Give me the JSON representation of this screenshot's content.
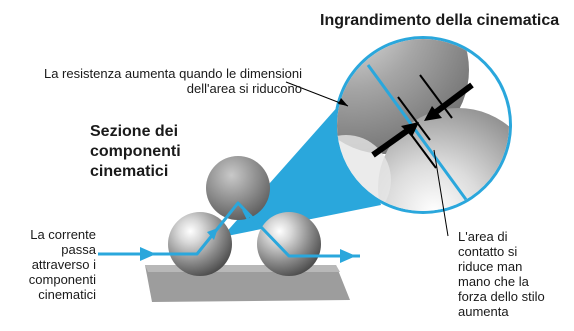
{
  "title": "Ingrandimento della cinematica",
  "section_title": "Sezione dei componenti cinematici",
  "labels": {
    "resistance": "La resistenza aumenta quando le dimensioni dell'area si riducono",
    "current": "La corrente passa attraverso i componenti cinematici",
    "contact_area": "L'area di contatto si riduce man mano che la forza dello stilo aumenta"
  },
  "colors": {
    "current_path": "#2aa7dc",
    "sphere": "#8c8c8c",
    "base_plate": "#9a9a9a",
    "leader": "#000000"
  }
}
